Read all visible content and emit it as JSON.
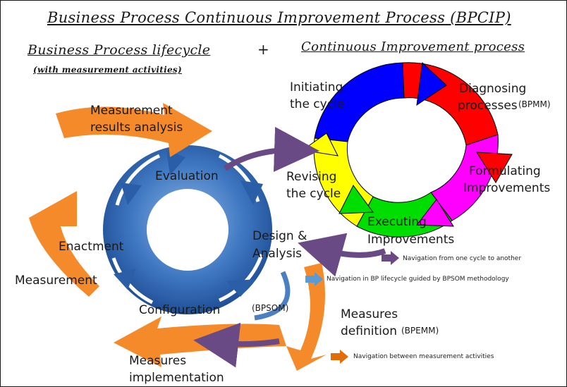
{
  "title": "Business Process Continuous Improvement Process (BPCIP)",
  "left_heading": "Business Process lifecycle",
  "left_subheading": "(with measurement activities)",
  "plus": "+",
  "right_heading": "Continuous Improvement process",
  "ci_cycle": {
    "initiating_1": "Initiating",
    "initiating_2": "the cycle",
    "diagnosing_1": "Diagnosing",
    "diagnosing_2": "processes",
    "diagnosing_tag": "(BPMM)",
    "formulating_1": "Formulating",
    "formulating_2": "Improvements",
    "executing_1": "Executing",
    "executing_2": "Improvements",
    "revising_1": "Revising",
    "revising_2": "the cycle"
  },
  "bp_cycle": {
    "evaluation": "Evaluation",
    "design_1": "Design &",
    "design_2": "Analysis",
    "configuration": "Configuration",
    "bpsom_tag": "(BPSOM)",
    "enactment": "Enactment"
  },
  "measurement": {
    "results_1": "Measurement",
    "results_2": "results analysis",
    "measurement": "Measurement",
    "definition_1": "Measures",
    "definition_2": "definition",
    "definition_tag": "(BPEMM)",
    "impl_1": "Measures",
    "impl_2": "implementation"
  },
  "legend": [
    {
      "text": "Navigation from one cycle to another",
      "color": "#6a4a85"
    },
    {
      "text": "Navigation in BP lifecycle guided by BPSOM methodology",
      "color": "#5b9bd5"
    },
    {
      "text": "Navigation between measurement activities",
      "color": "#e36c0a"
    }
  ],
  "colors": {
    "blue": "#0000ff",
    "red": "#ff0000",
    "magenta": "#ff00ff",
    "green": "#00dd00",
    "yellow": "#ffff00",
    "bp_blue": "#3a6fb5",
    "orange": "#f58a2a",
    "purple": "#6a4a85"
  }
}
